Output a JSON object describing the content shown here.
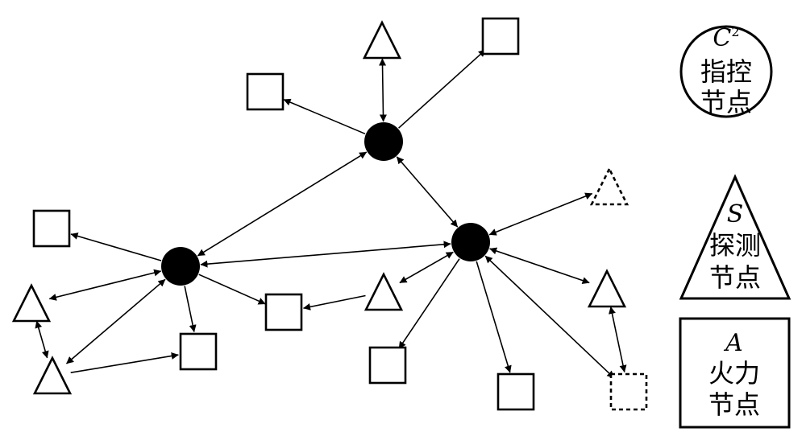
{
  "legend": {
    "c2": {
      "letter": "C",
      "sup": "2",
      "line1": "指控",
      "line2": "节点"
    },
    "s": {
      "letter": "S",
      "line1": "探测",
      "line2": "节点"
    },
    "a": {
      "letter": "A",
      "line1": "火力",
      "line2": "节点"
    }
  },
  "colors": {
    "ink": "#000000",
    "paper": "#ffffff"
  }
}
